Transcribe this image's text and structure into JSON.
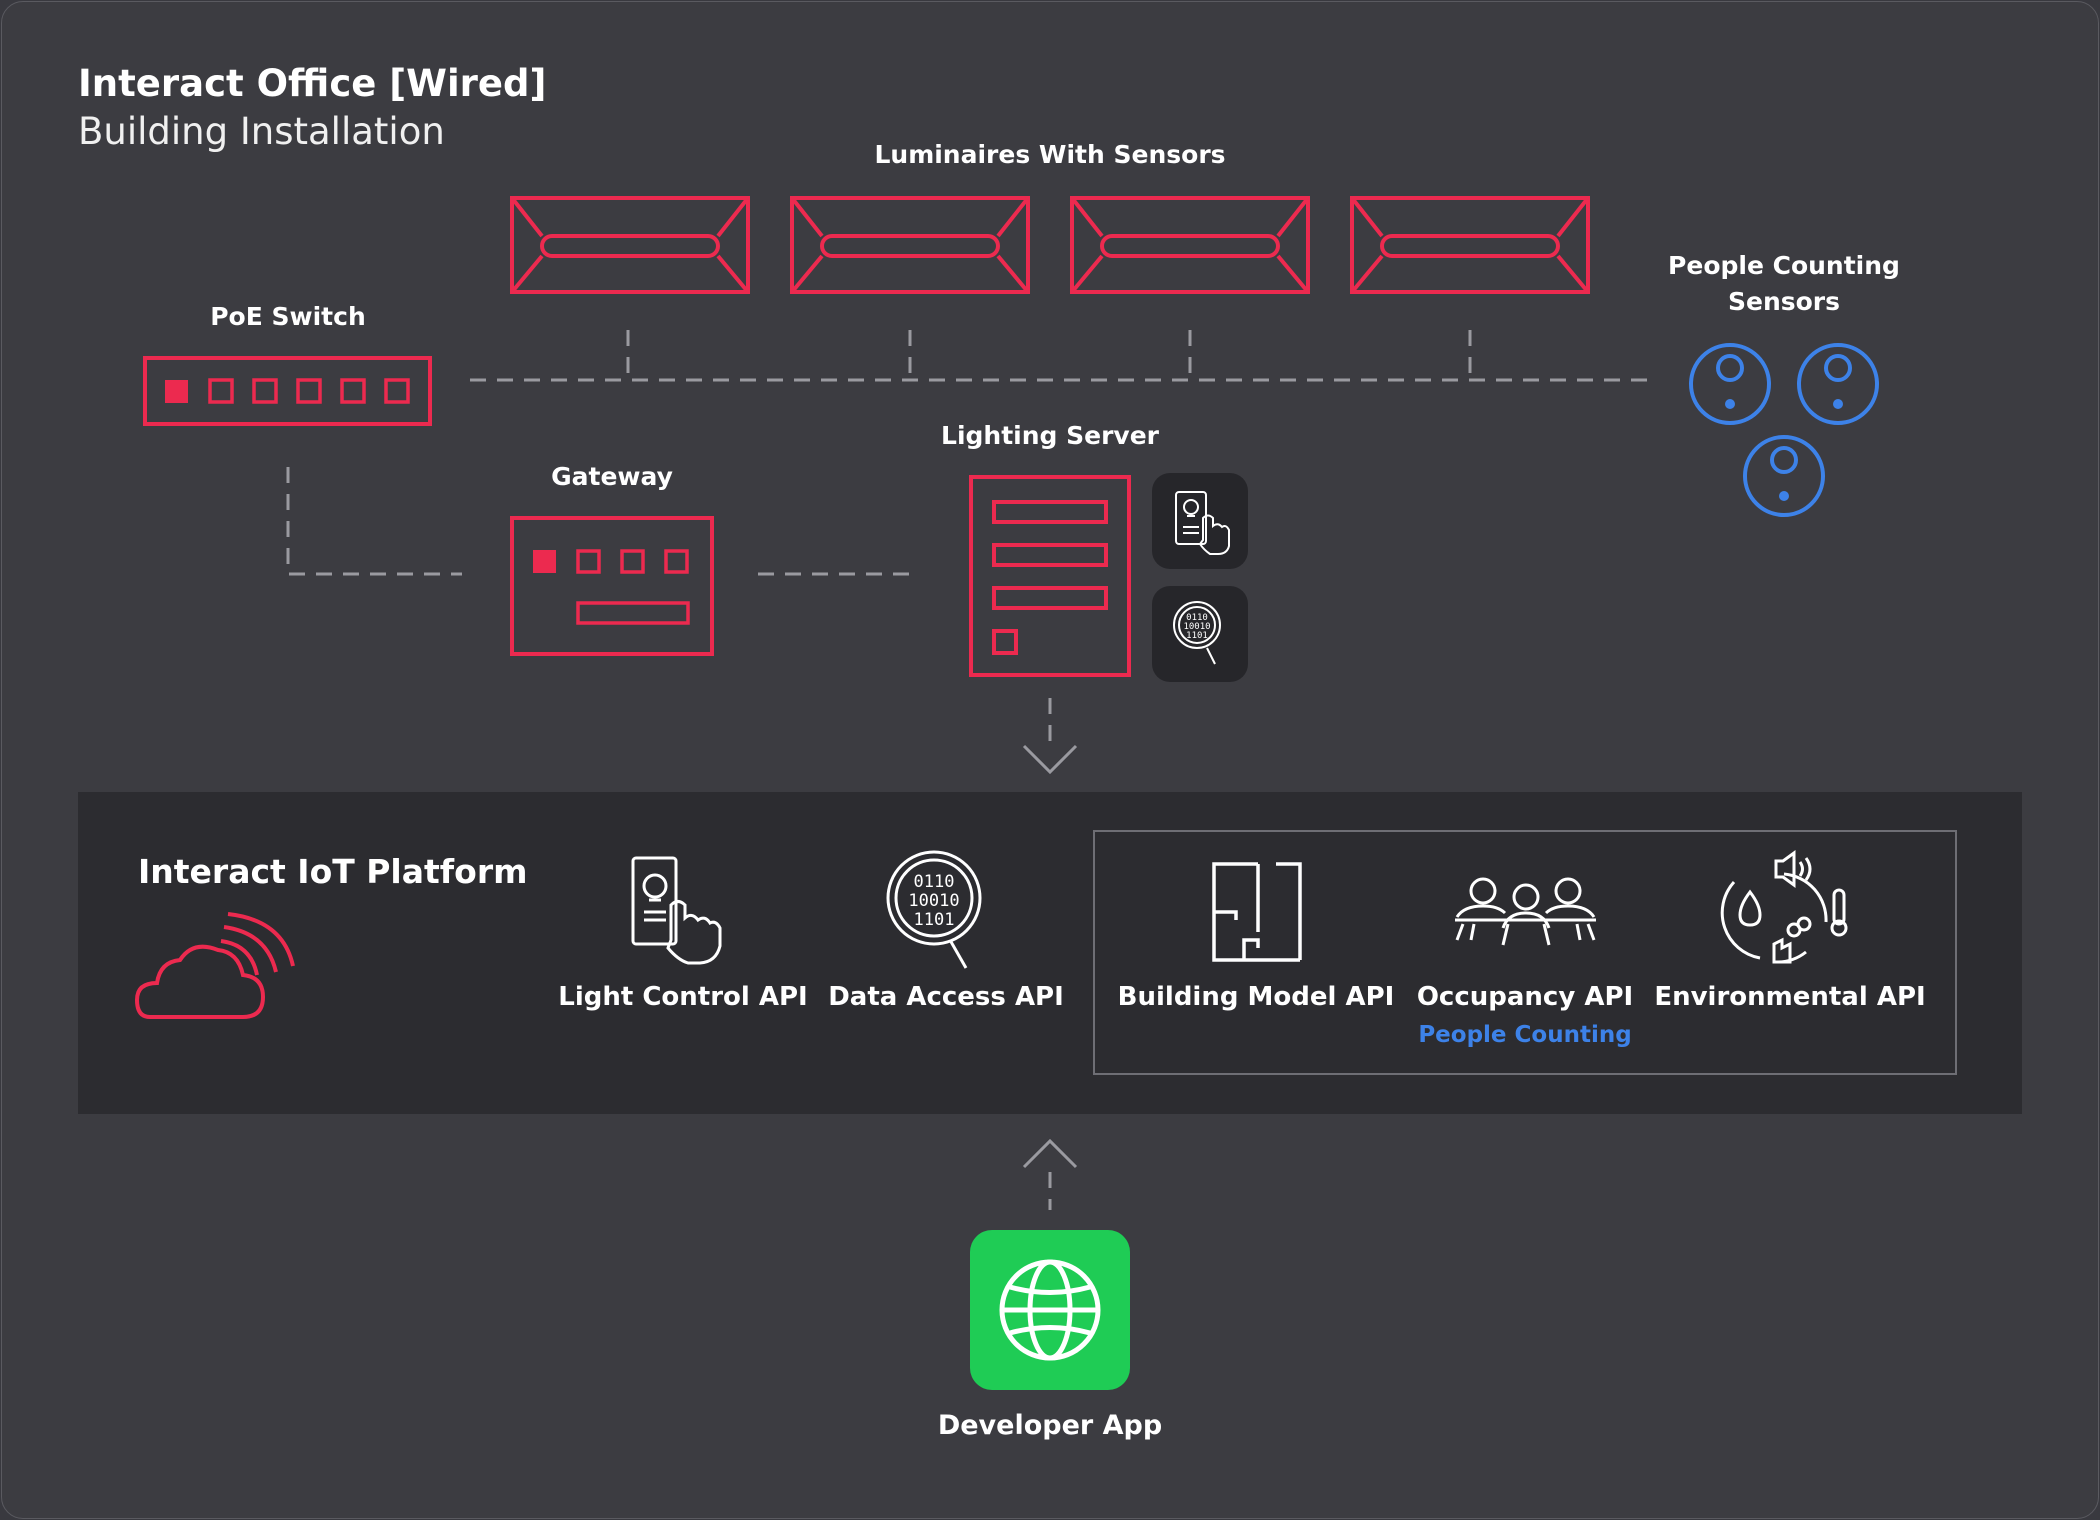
{
  "header": {
    "title": "Interact Office [Wired]",
    "subtitle": "Building Installation"
  },
  "installation": {
    "luminaires_label": "Luminaires With Sensors",
    "poe_switch_label": "PoE Switch",
    "gateway_label": "Gateway",
    "lighting_server_label": "Lighting Server",
    "people_sensors_label_line1": "People Counting",
    "people_sensors_label_line2": "Sensors"
  },
  "platform": {
    "title": "Interact IoT Platform",
    "apis": [
      {
        "label": "Light Control API",
        "icon": "light-control-icon"
      },
      {
        "label": "Data Access API",
        "icon": "data-access-icon",
        "glyph_lines": [
          "0110",
          "10010",
          "1101"
        ]
      },
      {
        "label": "Building Model API",
        "icon": "floor-plan-icon"
      },
      {
        "label": "Occupancy API",
        "icon": "people-icon",
        "sublabel": "People Counting"
      },
      {
        "label": "Environmental API",
        "icon": "environment-icon"
      }
    ]
  },
  "developer_app": {
    "label": "Developer App",
    "icon": "globe-icon"
  },
  "colors": {
    "background": "#3c3c41",
    "platform_panel": "#2c2c30",
    "device_red": "#ec2a4f",
    "sensor_blue": "#3d82e8",
    "app_green": "#1fcc55",
    "connector_gray": "#9a9aa0"
  }
}
